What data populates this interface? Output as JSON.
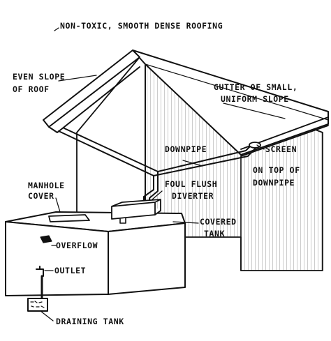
{
  "labels": {
    "roofing": "NON-TOXIC, SMOOTH DENSE ROOFING",
    "even_slope_1": "EVEN SLOPE",
    "even_slope_2": "OF ROOF",
    "gutter_1": "GUTTER OF SMALL,",
    "gutter_2": "UNIFORM SLOPE",
    "downpipe": "DOWNPIPE",
    "screen_1": "SCREEN",
    "screen_2": "ON TOP OF",
    "screen_3": "DOWNPIPE",
    "manhole_1": "MANHOLE",
    "manhole_2": "COVER",
    "foul_1": "FOUL FLUSH",
    "foul_2": "DIVERTER",
    "covered_1": "COVERED",
    "covered_2": "TANK",
    "overflow": "OVERFLOW",
    "outlet": "OUTLET",
    "draining": "DRAINING TANK"
  },
  "colors": {
    "ink": "#111111",
    "paper": "#ffffff",
    "wall_hatch": "#6b6b6b"
  }
}
